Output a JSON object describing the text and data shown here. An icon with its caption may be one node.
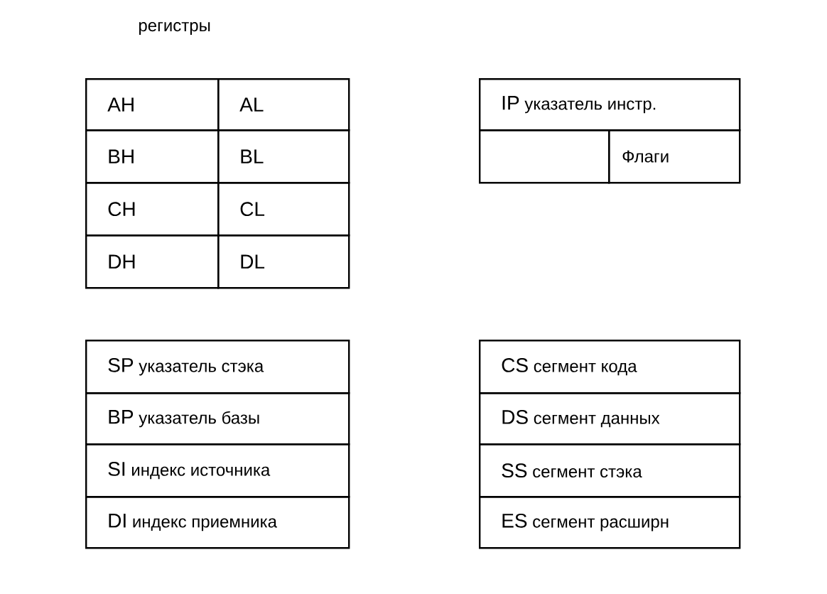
{
  "diagram": {
    "title": "регистры",
    "nodes": [
      {
        "text": [
          "AH"
        ]
      },
      {
        "text": [
          "AL"
        ]
      },
      {
        "text": [
          "BH"
        ]
      },
      {
        "text": [
          "BL"
        ]
      },
      {
        "text": [
          "CH"
        ]
      },
      {
        "text": [
          "CL"
        ]
      },
      {
        "text": [
          "DH"
        ]
      },
      {
        "text": [
          "DL"
        ]
      },
      {
        "text": [
          "IP",
          "указатель инстр."
        ]
      },
      {
        "text": [],
        "shape": "box"
      },
      {
        "text": [
          "Флаги"
        ]
      },
      {
        "text": [
          "SP",
          "указатель стэка"
        ]
      },
      {
        "text": [
          "BP",
          "указатель базы"
        ]
      },
      {
        "text": [
          "SI",
          "индекс источника"
        ]
      },
      {
        "text": [
          "DI",
          "индекс приемника"
        ]
      },
      {
        "text": [
          "CS",
          "сегмент кода"
        ]
      },
      {
        "text": [
          "DS",
          "сегмент данных"
        ]
      },
      {
        "text": [
          "SS",
          "сегмент стэка"
        ]
      },
      {
        "text": [
          "ES",
          "сегмент расширн"
        ]
      }
    ],
    "edges": []
  }
}
